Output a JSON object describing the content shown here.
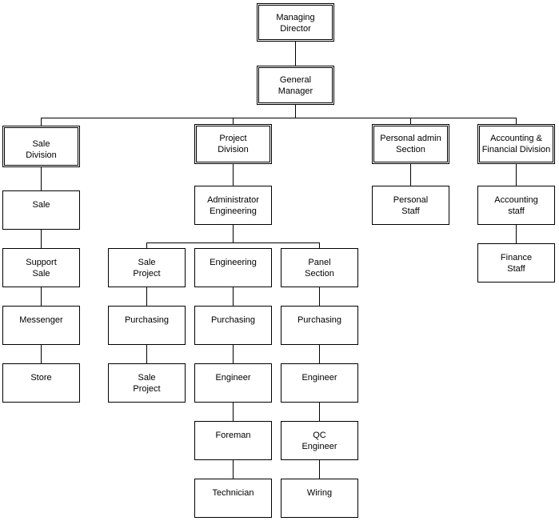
{
  "org_chart": {
    "top": {
      "managing_director": "Managing\nDirector",
      "general_manager": "General\nManager"
    },
    "divisions": {
      "sale": "Sale\nDivision",
      "project": "Project\nDivision",
      "personal_admin": "Personal admin\nSection",
      "accounting": "Accounting &\nFinancial Division"
    },
    "sale_chain": [
      "Sale",
      "Support\nSale",
      "Messenger",
      "Store"
    ],
    "project_admin": "Administrator\nEngineering",
    "sale_project_chain": [
      "Sale\nProject",
      "Purchasing",
      "Sale\nProject"
    ],
    "engineering_chain": [
      "Engineering",
      "Purchasing",
      "Engineer",
      "Foreman",
      "Technician"
    ],
    "panel_chain": [
      "Panel\nSection",
      "Purchasing",
      "Engineer",
      "QC\nEngineer",
      "Wiring"
    ],
    "personal_chain": [
      "Personal\nStaff"
    ],
    "accounting_chain": [
      "Accounting\nstaff",
      "Finance\nStaff"
    ]
  }
}
